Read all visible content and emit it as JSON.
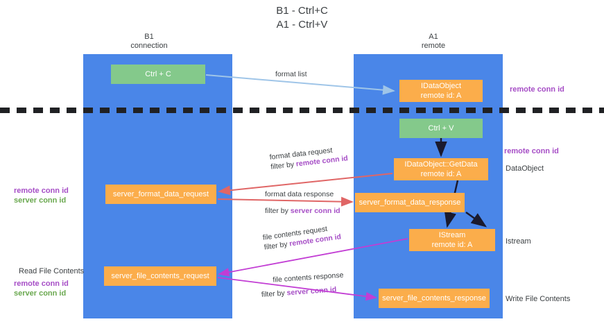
{
  "title": {
    "line1": "B1 - Ctrl+C",
    "line2": "A1 - Ctrl+V"
  },
  "columns": [
    {
      "name": "b1",
      "title": "B1",
      "subtitle": "connection"
    },
    {
      "name": "a1",
      "title": "A1",
      "subtitle": "remote"
    }
  ],
  "colors": {
    "lane": "#4a86e8",
    "node_green": "#84c98b",
    "node_orange": "#fbad4b",
    "divider": "#202124",
    "accent_purple": "#a64ec6",
    "accent_green": "#6aa84f",
    "arrow_blue": "#9fc5e8",
    "arrow_red": "#e06666",
    "arrow_magenta": "#c23dd4",
    "arrow_dark": "#1a1a2e",
    "text": "#3c4043",
    "background": "#ffffff"
  },
  "nodes": {
    "ctrl_c": {
      "label": "Ctrl + C",
      "sub": "",
      "color": "green"
    },
    "idataobject": {
      "label": "IDataObject",
      "sub": "remote id: A",
      "color": "orange"
    },
    "ctrl_v": {
      "label": "Ctrl + V",
      "sub": "",
      "color": "green"
    },
    "getdata": {
      "label": "IDataObject::GetData",
      "sub": "remote id: A",
      "color": "orange"
    },
    "server_format_data_request": {
      "label": "server_format_data_request",
      "sub": "",
      "color": "orange"
    },
    "server_format_data_response": {
      "label": "server_format_data_response",
      "sub": "",
      "color": "orange"
    },
    "istream": {
      "label": "IStream",
      "sub": "remote id: A",
      "color": "orange"
    },
    "server_file_contents_request": {
      "label": "server_file_contents_request",
      "sub": "",
      "color": "orange"
    },
    "server_file_contents_response": {
      "label": "server_file_contents_response",
      "sub": "",
      "color": "orange"
    }
  },
  "edges": [
    {
      "name": "format-list",
      "label": "format list",
      "filter": "",
      "filter_key": ""
    },
    {
      "name": "format-data-request",
      "label": "format data request",
      "filter": "filter by ",
      "filter_key": "remote conn id"
    },
    {
      "name": "format-data-response",
      "label": "format data response",
      "filter": "filter by ",
      "filter_key": "server conn id"
    },
    {
      "name": "file-contents-request",
      "label": "file contents request",
      "filter": "filter by ",
      "filter_key": "remote conn id"
    },
    {
      "name": "file-contents-response",
      "label": "file contents response",
      "filter": "filter by ",
      "filter_key": "server conn id"
    }
  ],
  "side_labels": {
    "remote_conn_id_top": "remote conn id",
    "remote_conn_id_mid": "remote conn id",
    "dataobject": "DataObject",
    "istream": "Istream",
    "write_file_contents": "Write File Contents",
    "read_file_contents": "Read File Contents",
    "left_remote_conn_id": "remote conn id",
    "left_server_conn_id": "server conn id",
    "left_remote_conn_id_2": "remote conn id",
    "left_server_conn_id_2": "server conn id"
  }
}
